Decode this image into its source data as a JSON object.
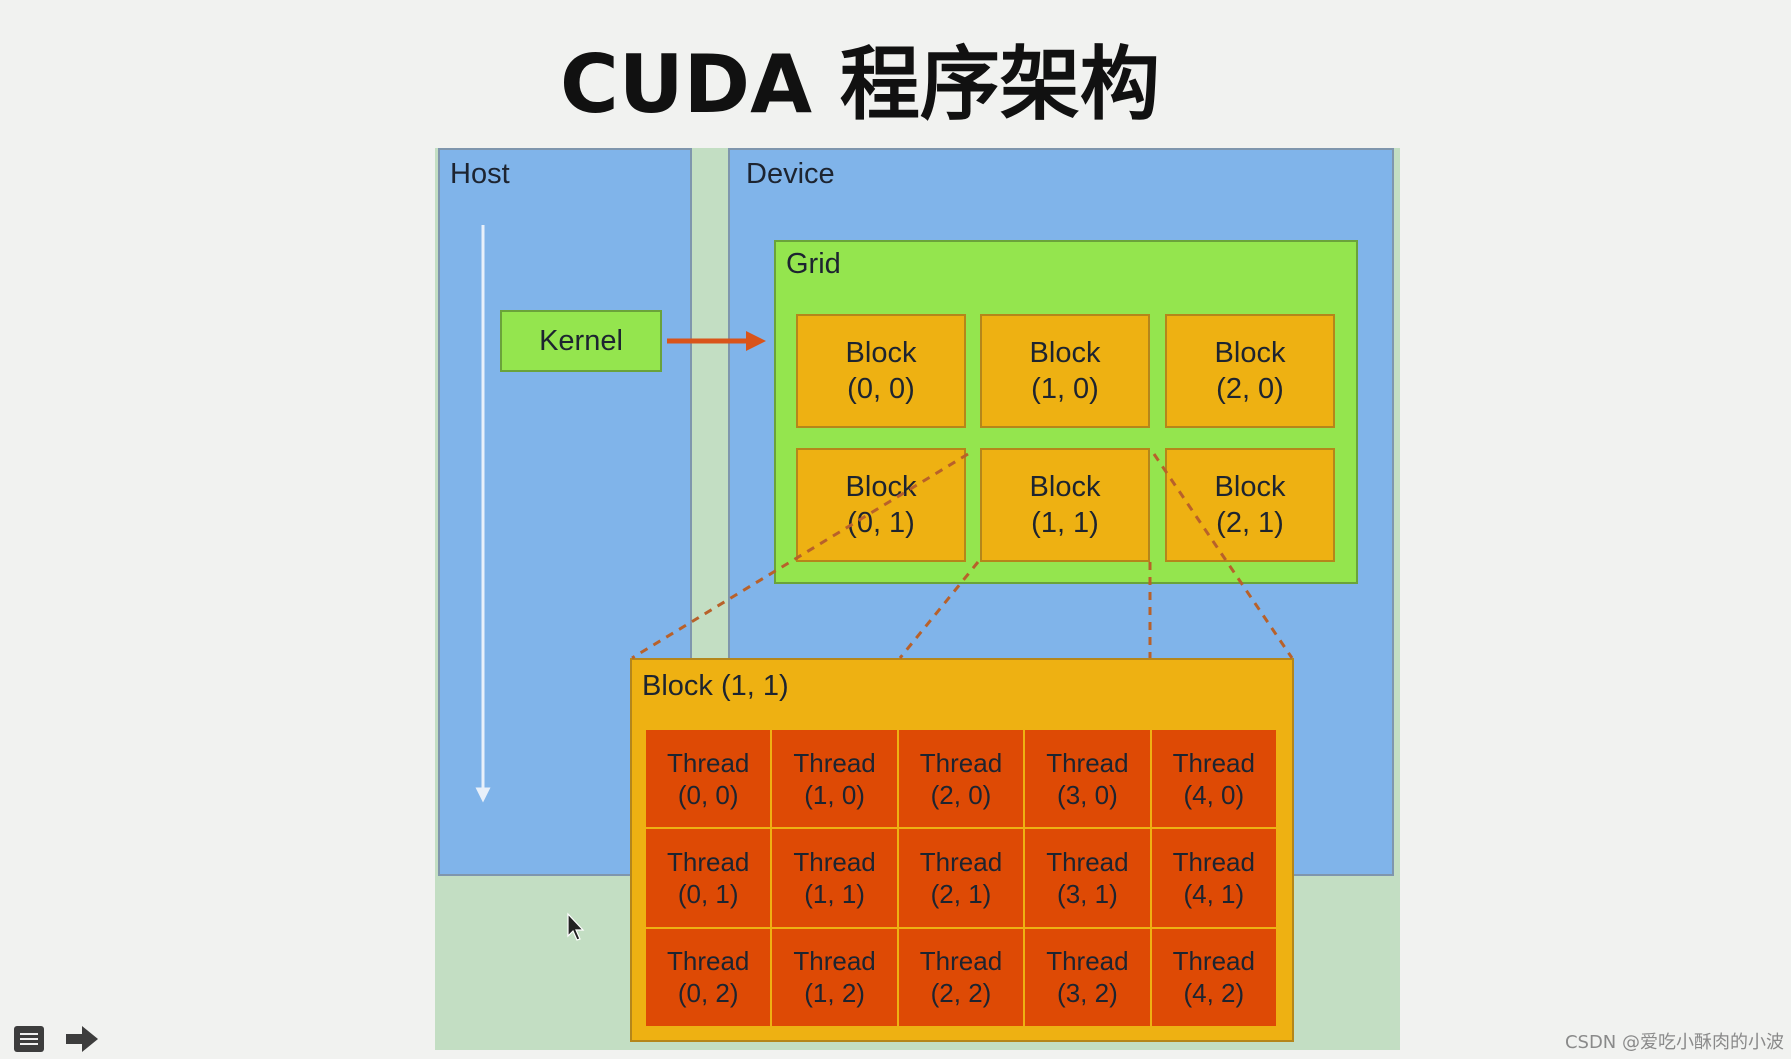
{
  "title": "CUDA 程序架构",
  "host_label": "Host",
  "device_label": "Device",
  "kernel_label": "Kernel",
  "grid_label": "Grid",
  "grid_blocks": [
    {
      "name": "Block",
      "coord": "(0, 0)"
    },
    {
      "name": "Block",
      "coord": "(1, 0)"
    },
    {
      "name": "Block",
      "coord": "(2, 0)"
    },
    {
      "name": "Block",
      "coord": "(0, 1)"
    },
    {
      "name": "Block",
      "coord": "(1, 1)"
    },
    {
      "name": "Block",
      "coord": "(2, 1)"
    }
  ],
  "block_detail_label": "Block (1, 1)",
  "threads": [
    {
      "name": "Thread",
      "coord": "(0, 0)"
    },
    {
      "name": "Thread",
      "coord": "(1, 0)"
    },
    {
      "name": "Thread",
      "coord": "(2, 0)"
    },
    {
      "name": "Thread",
      "coord": "(3, 0)"
    },
    {
      "name": "Thread",
      "coord": "(4, 0)"
    },
    {
      "name": "Thread",
      "coord": "(0, 1)"
    },
    {
      "name": "Thread",
      "coord": "(1, 1)"
    },
    {
      "name": "Thread",
      "coord": "(2, 1)"
    },
    {
      "name": "Thread",
      "coord": "(3, 1)"
    },
    {
      "name": "Thread",
      "coord": "(4, 1)"
    },
    {
      "name": "Thread",
      "coord": "(0, 2)"
    },
    {
      "name": "Thread",
      "coord": "(1, 2)"
    },
    {
      "name": "Thread",
      "coord": "(2, 2)"
    },
    {
      "name": "Thread",
      "coord": "(3, 2)"
    },
    {
      "name": "Thread",
      "coord": "(4, 2)"
    }
  ],
  "watermark": "CSDN @爱吃小酥肉的小波",
  "icons": {
    "menu": "menu-icon",
    "next": "arrow-right-icon",
    "cursor": "mouse-pointer-icon"
  },
  "colors": {
    "host_device_blue": "#80b4ea",
    "grid_green": "#94e54e",
    "block_orange": "#eeb112",
    "thread_red": "#de4a05",
    "arrow_orange": "#d9541a",
    "background_green": "#c3dec3"
  }
}
